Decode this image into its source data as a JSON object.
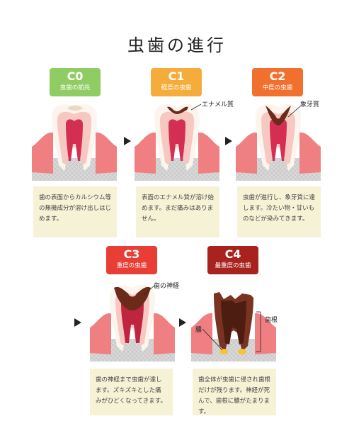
{
  "title": "虫歯の進行",
  "stages": [
    {
      "code": "C0",
      "name": "虫歯の前兆",
      "color": "#8fcc63",
      "description": "歯の表面からカルシウム等の無機成分が溶け出しはじめます。"
    },
    {
      "code": "C1",
      "name": "軽度の虫歯",
      "color": "#f6ac3b",
      "description": "表面のエナメル質が溶け始めます。まだ痛みはありません。",
      "callout": "エナメル質"
    },
    {
      "code": "C2",
      "name": "中度の虫歯",
      "color": "#f2702d",
      "description": "虫歯が進行し、象牙質に達します。冷たい物・甘いものなどが染みてきます。",
      "callout": "象牙質"
    },
    {
      "code": "C3",
      "name": "重度の虫歯",
      "color": "#e83e36",
      "description": "歯の神経まで虫歯が達します。ズキズキとした痛みがひどくなってきます。",
      "callout": "歯の神経"
    },
    {
      "code": "C4",
      "name": "最重度の虫歯",
      "color": "#a8231e",
      "description": "歯全体が虫歯に侵され歯根だけが残ります。神経が死んで、歯根に膿がたまります。",
      "callouts": [
        "歯根",
        "膿"
      ]
    }
  ],
  "colors": {
    "gum": "#f07f82",
    "gum_dark": "#e35c60",
    "bone": "#d3d3d3",
    "enamel": "#fbf5ee",
    "dentin": "#f7c8c2",
    "pulp": "#d42f52",
    "decay": "#6b2a1a",
    "pus": "#f5c33b",
    "desc_bg": "#f6f2d6"
  }
}
